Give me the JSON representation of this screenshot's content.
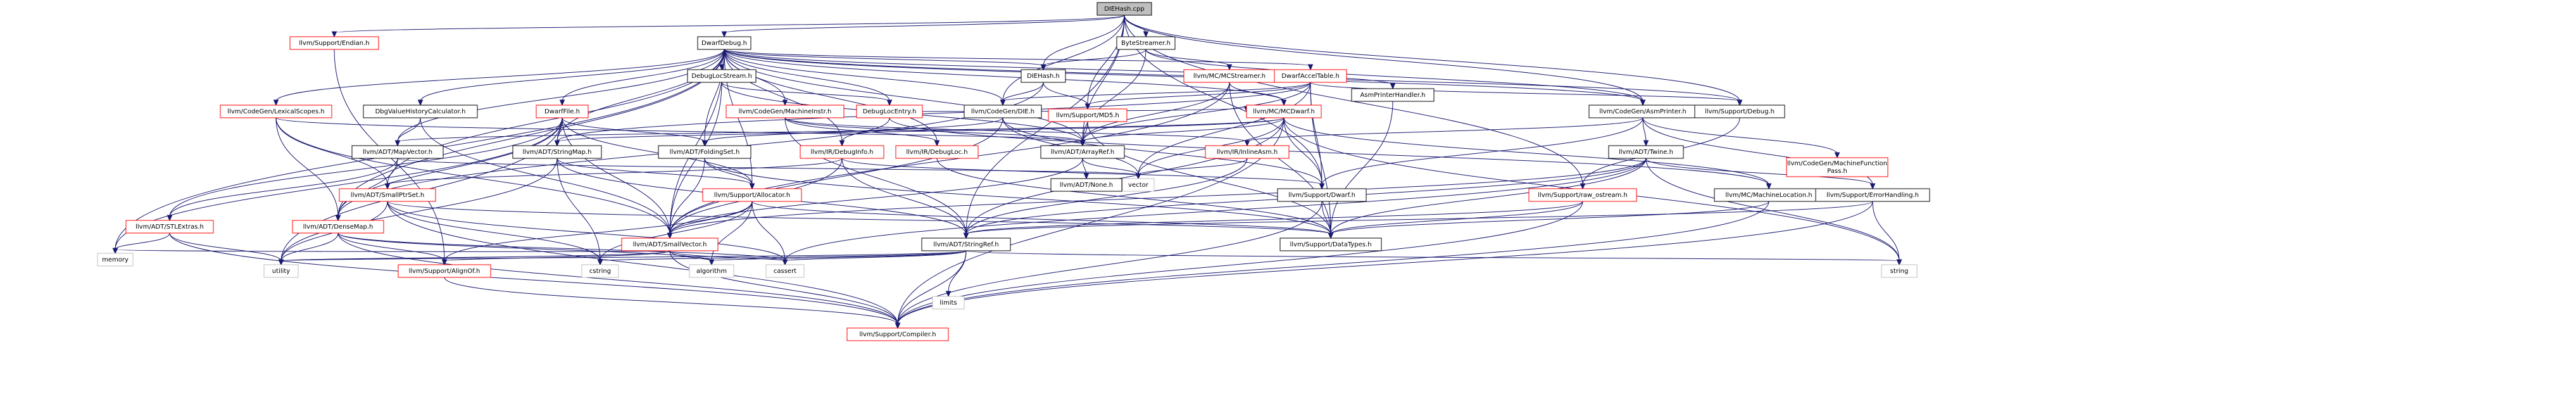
{
  "nodes": [
    {
      "id": "root",
      "label": "DIEHash.cpp",
      "style": "root"
    },
    {
      "id": "llvm_support_endian",
      "label": "llvm/Support/Endian.h",
      "style": "red"
    },
    {
      "id": "dwarfdebug",
      "label": "DwarfDebug.h",
      "style": "black"
    },
    {
      "id": "bytestreamer",
      "label": "ByteStreamer.h",
      "style": "black"
    },
    {
      "id": "debuglocstream",
      "label": "DebugLocStream.h",
      "style": "black"
    },
    {
      "id": "diehash_h",
      "label": "DIEHash.h",
      "style": "black"
    },
    {
      "id": "mcstreamer",
      "label": "llvm/MC/MCStreamer.h",
      "style": "red"
    },
    {
      "id": "dwarfacceltable",
      "label": "DwarfAccelTable.h",
      "style": "red"
    },
    {
      "id": "asmprinterhandler",
      "label": "AsmPrinterHandler.h",
      "style": "black"
    },
    {
      "id": "codegen_lexicalscopes",
      "label": "llvm/CodeGen/LexicalScopes.h",
      "style": "red"
    },
    {
      "id": "dbgvaluehistory",
      "label": "DbgValueHistoryCalculator.h",
      "style": "black"
    },
    {
      "id": "dwarffile",
      "label": "DwarfFile.h",
      "style": "red"
    },
    {
      "id": "codegen_machineinstr",
      "label": "llvm/CodeGen/MachineInstr.h",
      "style": "red"
    },
    {
      "id": "debuglocentry",
      "label": "DebugLocEntry.h",
      "style": "red"
    },
    {
      "id": "codegen_die",
      "label": "llvm/CodeGen/DIE.h",
      "style": "black"
    },
    {
      "id": "support_md5",
      "label": "llvm/Support/MD5.h",
      "style": "red"
    },
    {
      "id": "mc_mcdwarf",
      "label": "llvm/MC/MCDwarf.h",
      "style": "red"
    },
    {
      "id": "codegen_asmprinter",
      "label": "llvm/CodeGen/AsmPrinter.h",
      "style": "black"
    },
    {
      "id": "support_debug",
      "label": "llvm/Support/Debug.h",
      "style": "black"
    },
    {
      "id": "adt_mapvector",
      "label": "llvm/ADT/MapVector.h",
      "style": "black"
    },
    {
      "id": "adt_stringmap",
      "label": "llvm/ADT/StringMap.h",
      "style": "black"
    },
    {
      "id": "adt_foldingset",
      "label": "llvm/ADT/FoldingSet.h",
      "style": "black"
    },
    {
      "id": "ir_debuginfo",
      "label": "llvm/IR/DebugInfo.h",
      "style": "red"
    },
    {
      "id": "ir_debugloc",
      "label": "llvm/IR/DebugLoc.h",
      "style": "red"
    },
    {
      "id": "adt_arrayref",
      "label": "llvm/ADT/ArrayRef.h",
      "style": "black"
    },
    {
      "id": "ir_inlineasm",
      "label": "llvm/IR/InlineAsm.h",
      "style": "red"
    },
    {
      "id": "adt_twine",
      "label": "llvm/ADT/Twine.h",
      "style": "black"
    },
    {
      "id": "codegen_machinefunctionpass",
      "label": "llvm/CodeGen/MachineFunction\nPass.h",
      "style": "red"
    },
    {
      "id": "adt_none",
      "label": "llvm/ADT/None.h",
      "style": "black"
    },
    {
      "id": "vector",
      "label": "vector",
      "style": "grey"
    },
    {
      "id": "adt_smallptrset",
      "label": "llvm/ADT/SmallPtrSet.h",
      "style": "red"
    },
    {
      "id": "support_allocator",
      "label": "llvm/Support/Allocator.h",
      "style": "red"
    },
    {
      "id": "support_dwarf",
      "label": "llvm/Support/Dwarf.h",
      "style": "black"
    },
    {
      "id": "support_raw_ostream",
      "label": "llvm/Support/raw_ostream.h",
      "style": "red"
    },
    {
      "id": "mc_machinelocation",
      "label": "llvm/MC/MachineLocation.h",
      "style": "black"
    },
    {
      "id": "support_errorhandling",
      "label": "llvm/Support/ErrorHandling.h",
      "style": "black"
    },
    {
      "id": "adt_stlextras",
      "label": "llvm/ADT/STLExtras.h",
      "style": "red"
    },
    {
      "id": "adt_densemap",
      "label": "llvm/ADT/DenseMap.h",
      "style": "red"
    },
    {
      "id": "adt_smallvector",
      "label": "llvm/ADT/SmallVector.h",
      "style": "red"
    },
    {
      "id": "adt_stringref",
      "label": "llvm/ADT/StringRef.h",
      "style": "black"
    },
    {
      "id": "support_datatypes",
      "label": "llvm/Support/DataTypes.h",
      "style": "black"
    },
    {
      "id": "memory",
      "label": "memory",
      "style": "grey"
    },
    {
      "id": "utility",
      "label": "utility",
      "style": "grey"
    },
    {
      "id": "support_alignof",
      "label": "llvm/Support/AlignOf.h",
      "style": "red"
    },
    {
      "id": "cstring",
      "label": "cstring",
      "style": "grey"
    },
    {
      "id": "algorithm",
      "label": "algorithm",
      "style": "grey"
    },
    {
      "id": "cassert",
      "label": "cassert",
      "style": "grey"
    },
    {
      "id": "limits",
      "label": "limits",
      "style": "grey"
    },
    {
      "id": "string",
      "label": "string",
      "style": "grey"
    },
    {
      "id": "support_compiler",
      "label": "llvm/Support/Compiler.h",
      "style": "red"
    }
  ],
  "edges": [
    [
      "root",
      "llvm_support_endian"
    ],
    [
      "root",
      "dwarfdebug"
    ],
    [
      "root",
      "bytestreamer"
    ],
    [
      "root",
      "diehash_h"
    ],
    [
      "root",
      "codegen_die"
    ],
    [
      "root",
      "support_md5"
    ],
    [
      "root",
      "adt_arrayref"
    ],
    [
      "root",
      "codegen_asmprinter"
    ],
    [
      "root",
      "support_debug"
    ],
    [
      "root",
      "support_dwarf"
    ],
    [
      "root",
      "support_raw_ostream"
    ],
    [
      "root",
      "adt_stringref"
    ],
    [
      "llvm_support_endian",
      "support_alignof"
    ],
    [
      "dwarfdebug",
      "debuglocstream"
    ],
    [
      "dwarfdebug",
      "diehash_h"
    ],
    [
      "dwarfdebug",
      "dwarfacceltable"
    ],
    [
      "dwarfdebug",
      "asmprinterhandler"
    ],
    [
      "dwarfdebug",
      "codegen_lexicalscopes"
    ],
    [
      "dwarfdebug",
      "dbgvaluehistory"
    ],
    [
      "dwarfdebug",
      "dwarffile"
    ],
    [
      "dwarfdebug",
      "codegen_machineinstr"
    ],
    [
      "dwarfdebug",
      "debuglocentry"
    ],
    [
      "dwarfdebug",
      "codegen_die"
    ],
    [
      "dwarfdebug",
      "mc_mcdwarf"
    ],
    [
      "dwarfdebug",
      "adt_mapvector"
    ],
    [
      "dwarfdebug",
      "adt_stringmap"
    ],
    [
      "dwarfdebug",
      "adt_foldingset"
    ],
    [
      "dwarfdebug",
      "ir_debuginfo"
    ],
    [
      "dwarfdebug",
      "ir_debugloc"
    ],
    [
      "dwarfdebug",
      "adt_arrayref"
    ],
    [
      "dwarfdebug",
      "adt_smallptrset"
    ],
    [
      "dwarfdebug",
      "adt_densemap"
    ],
    [
      "dwarfdebug",
      "adt_smallvector"
    ],
    [
      "dwarfdebug",
      "support_allocator"
    ],
    [
      "dwarfdebug",
      "memory"
    ],
    [
      "dwarfdebug",
      "codegen_asmprinter"
    ],
    [
      "dwarfdebug",
      "support_debug"
    ],
    [
      "bytestreamer",
      "mcstreamer"
    ],
    [
      "bytestreamer",
      "diehash_h"
    ],
    [
      "bytestreamer",
      "adt_arrayref"
    ],
    [
      "bytestreamer",
      "codegen_asmprinter"
    ],
    [
      "debuglocstream",
      "debuglocentry"
    ],
    [
      "debuglocstream",
      "adt_arrayref"
    ],
    [
      "debuglocstream",
      "adt_smallvector"
    ],
    [
      "diehash_h",
      "codegen_die"
    ],
    [
      "diehash_h",
      "support_md5"
    ],
    [
      "diehash_h",
      "adt_densemap"
    ],
    [
      "mcstreamer",
      "mc_mcdwarf"
    ],
    [
      "mcstreamer",
      "adt_arrayref"
    ],
    [
      "mcstreamer",
      "adt_smallvector"
    ],
    [
      "mcstreamer",
      "support_datatypes"
    ],
    [
      "dwarfacceltable",
      "support_md5"
    ],
    [
      "dwarfacceltable",
      "support_debug"
    ],
    [
      "dwarfacceltable",
      "codegen_die"
    ],
    [
      "dwarfacceltable",
      "adt_arrayref"
    ],
    [
      "dwarfacceltable",
      "support_dwarf"
    ],
    [
      "dwarfacceltable",
      "support_datatypes"
    ],
    [
      "dwarfacceltable",
      "vector"
    ],
    [
      "dwarfacceltable",
      "adt_stringmap"
    ],
    [
      "asmprinterhandler",
      "support_datatypes"
    ],
    [
      "codegen_lexicalscopes",
      "adt_arrayref"
    ],
    [
      "codegen_lexicalscopes",
      "adt_densemap"
    ],
    [
      "codegen_lexicalscopes",
      "adt_smallptrset"
    ],
    [
      "codegen_lexicalscopes",
      "adt_smallvector"
    ],
    [
      "dbgvaluehistory",
      "adt_mapvector"
    ],
    [
      "dbgvaluehistory",
      "adt_smallvector"
    ],
    [
      "dwarffile",
      "adt_densemap"
    ],
    [
      "dwarffile",
      "adt_foldingset"
    ],
    [
      "dwarffile",
      "adt_smallvector"
    ],
    [
      "dwarffile",
      "adt_stringmap"
    ],
    [
      "dwarffile",
      "support_allocator"
    ],
    [
      "dwarffile",
      "memory"
    ],
    [
      "dwarffile",
      "utility"
    ],
    [
      "dwarffile",
      "adt_stlextras"
    ],
    [
      "codegen_machineinstr",
      "adt_arrayref"
    ],
    [
      "codegen_machineinstr",
      "adt_stringref"
    ],
    [
      "codegen_machineinstr",
      "ir_debugloc"
    ],
    [
      "codegen_machineinstr",
      "ir_inlineasm"
    ],
    [
      "debuglocentry",
      "ir_debuginfo"
    ],
    [
      "debuglocentry",
      "mc_machinelocation"
    ],
    [
      "debuglocentry",
      "mc_mcdwarf"
    ],
    [
      "codegen_die",
      "adt_foldingset"
    ],
    [
      "codegen_die",
      "support_dwarf"
    ],
    [
      "codegen_die",
      "vector"
    ],
    [
      "codegen_die",
      "adt_smallvector"
    ],
    [
      "support_md5",
      "adt_arrayref"
    ],
    [
      "support_md5",
      "support_datatypes"
    ],
    [
      "mc_mcdwarf",
      "adt_arrayref"
    ],
    [
      "mc_mcdwarf",
      "adt_mapvector"
    ],
    [
      "mc_mcdwarf",
      "adt_stringmap"
    ],
    [
      "mc_mcdwarf",
      "adt_stringref"
    ],
    [
      "mc_mcdwarf",
      "mc_machinelocation"
    ],
    [
      "mc_mcdwarf",
      "support_dwarf"
    ],
    [
      "mc_mcdwarf",
      "support_compiler"
    ],
    [
      "mc_mcdwarf",
      "string"
    ],
    [
      "mc_mcdwarf",
      "vector"
    ],
    [
      "codegen_asmprinter",
      "adt_twine"
    ],
    [
      "codegen_asmprinter",
      "codegen_machinefunctionpass"
    ],
    [
      "codegen_asmprinter",
      "ir_inlineasm"
    ],
    [
      "codegen_asmprinter",
      "support_dwarf"
    ],
    [
      "codegen_asmprinter",
      "support_errorhandling"
    ],
    [
      "support_debug",
      "support_raw_ostream"
    ],
    [
      "adt_mapvector",
      "adt_densemap"
    ],
    [
      "adt_mapvector",
      "adt_stlextras"
    ],
    [
      "adt_mapvector",
      "vector"
    ],
    [
      "adt_stringmap",
      "adt_stringref"
    ],
    [
      "adt_stringmap",
      "support_allocator"
    ],
    [
      "adt_stringmap",
      "cstring"
    ],
    [
      "adt_stringmap",
      "utility"
    ],
    [
      "adt_foldingset",
      "adt_smallvector"
    ],
    [
      "adt_foldingset",
      "support_allocator"
    ],
    [
      "adt_foldingset",
      "support_datatypes"
    ],
    [
      "ir_debuginfo",
      "adt_smallptrset"
    ],
    [
      "ir_debuginfo",
      "adt_smallvector"
    ],
    [
      "ir_debuginfo",
      "adt_stringref"
    ],
    [
      "ir_debuginfo",
      "support_dwarf"
    ],
    [
      "ir_debugloc",
      "support_datatypes"
    ],
    [
      "adt_arrayref",
      "adt_none"
    ],
    [
      "adt_arrayref",
      "adt_smallvector"
    ],
    [
      "adt_arrayref",
      "vector"
    ],
    [
      "ir_inlineasm",
      "adt_stringref"
    ],
    [
      "ir_inlineasm",
      "vector"
    ],
    [
      "adt_twine",
      "adt_smallvector"
    ],
    [
      "adt_twine",
      "adt_stringref"
    ],
    [
      "adt_twine",
      "support_datatypes"
    ],
    [
      "adt_twine",
      "support_errorhandling"
    ],
    [
      "adt_twine",
      "cassert"
    ],
    [
      "adt_twine",
      "string"
    ],
    [
      "adt_smallptrset",
      "support_compiler"
    ],
    [
      "adt_smallptrset",
      "support_datatypes"
    ],
    [
      "adt_smallptrset",
      "cassert"
    ],
    [
      "adt_smallptrset",
      "cstring"
    ],
    [
      "adt_smallptrset",
      "utility"
    ],
    [
      "support_allocator",
      "adt_smallvector"
    ],
    [
      "support_allocator",
      "support_alignof"
    ],
    [
      "support_allocator",
      "support_datatypes"
    ],
    [
      "support_allocator",
      "algorithm"
    ],
    [
      "support_allocator",
      "cassert"
    ],
    [
      "support_allocator",
      "cstring"
    ],
    [
      "support_dwarf",
      "support_compiler"
    ],
    [
      "support_dwarf",
      "support_datatypes"
    ],
    [
      "support_raw_ostream",
      "adt_stringref"
    ],
    [
      "support_raw_ostream",
      "support_compiler"
    ],
    [
      "support_raw_ostream",
      "support_datatypes"
    ],
    [
      "mc_machinelocation",
      "support_compiler"
    ],
    [
      "mc_machinelocation",
      "support_datatypes"
    ],
    [
      "support_errorhandling",
      "adt_stringref"
    ],
    [
      "support_errorhandling",
      "support_compiler"
    ],
    [
      "support_errorhandling",
      "string"
    ],
    [
      "adt_stlextras",
      "support_compiler"
    ],
    [
      "adt_stlextras",
      "memory"
    ],
    [
      "adt_stlextras",
      "utility"
    ],
    [
      "adt_densemap",
      "support_alignof"
    ],
    [
      "adt_densemap",
      "support_compiler"
    ],
    [
      "adt_densemap",
      "algorithm"
    ],
    [
      "adt_densemap",
      "cassert"
    ],
    [
      "adt_densemap",
      "utility"
    ],
    [
      "adt_smallvector",
      "support_alignof"
    ],
    [
      "adt_smallvector",
      "support_compiler"
    ],
    [
      "adt_smallvector",
      "algorithm"
    ],
    [
      "adt_smallvector",
      "cassert"
    ],
    [
      "adt_smallvector",
      "memory"
    ],
    [
      "adt_smallvector",
      "utility"
    ],
    [
      "adt_stringref",
      "support_compiler"
    ],
    [
      "adt_stringref",
      "algorithm"
    ],
    [
      "adt_stringref",
      "cassert"
    ],
    [
      "adt_stringref",
      "cstring"
    ],
    [
      "adt_stringref",
      "limits"
    ],
    [
      "adt_stringref",
      "string"
    ],
    [
      "adt_stringref",
      "utility"
    ],
    [
      "support_alignof",
      "support_compiler"
    ]
  ]
}
